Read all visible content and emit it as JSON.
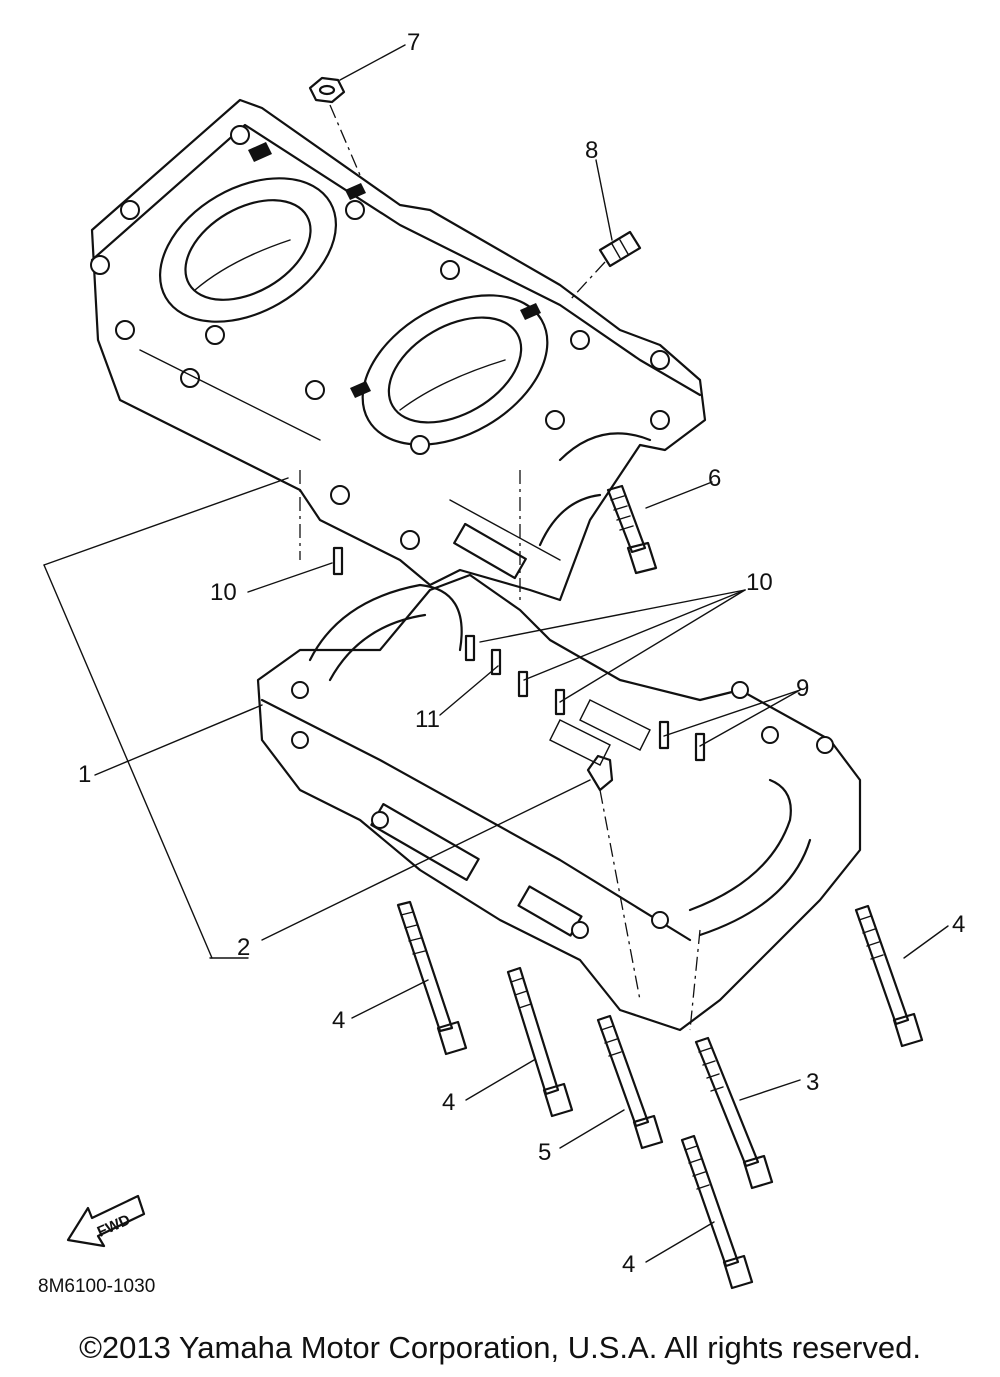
{
  "diagram": {
    "callouts": [
      {
        "id": "c1",
        "label": "1"
      },
      {
        "id": "c2",
        "label": "2"
      },
      {
        "id": "c3",
        "label": "3"
      },
      {
        "id": "c4a",
        "label": "4"
      },
      {
        "id": "c4b",
        "label": "4"
      },
      {
        "id": "c4c",
        "label": "4"
      },
      {
        "id": "c4d",
        "label": "4"
      },
      {
        "id": "c5",
        "label": "5"
      },
      {
        "id": "c6",
        "label": "6"
      },
      {
        "id": "c7",
        "label": "7"
      },
      {
        "id": "c8",
        "label": "8"
      },
      {
        "id": "c9",
        "label": "9"
      },
      {
        "id": "c10a",
        "label": "10"
      },
      {
        "id": "c10b",
        "label": "10"
      },
      {
        "id": "c11",
        "label": "11"
      }
    ],
    "fwd_label": "FWD",
    "diagram_code": "8M6100-1030"
  },
  "footer": {
    "copyright": "©2013 Yamaha Motor Corporation, U.S.A. All rights reserved."
  }
}
